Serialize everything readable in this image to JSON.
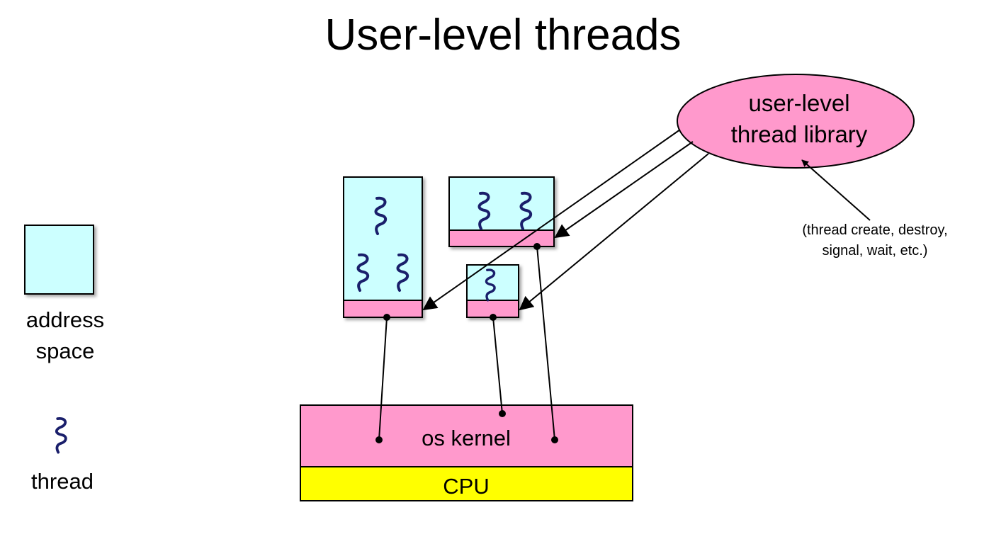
{
  "title": "User-level threads",
  "library": {
    "line1": "user-level",
    "line2": "thread library",
    "note_line1": "(thread create, destroy,",
    "note_line2": "signal, wait, etc.)"
  },
  "kernel": {
    "label": "os kernel"
  },
  "cpu": {
    "label": "CPU"
  },
  "legend": {
    "address_space_line1": "address",
    "address_space_line2": "space",
    "thread_label": "thread"
  },
  "colors": {
    "address_space": "#ccffff",
    "kernel": "#ff99cc",
    "cpu": "#ffff00",
    "thread": "#1a1f6b",
    "outline": "#000000"
  },
  "icons": {
    "thread": "squiggle-icon"
  }
}
